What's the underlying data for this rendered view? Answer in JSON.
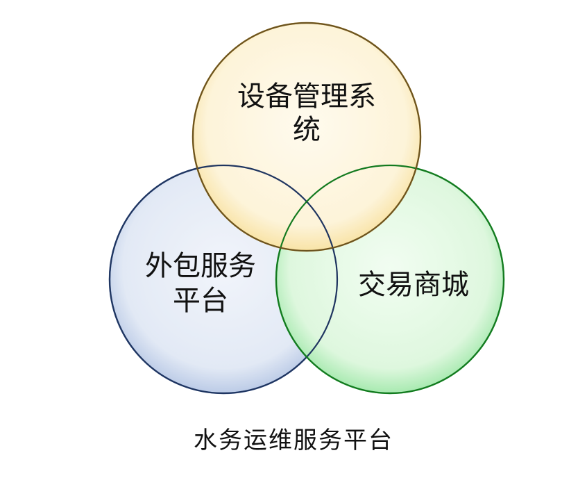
{
  "diagram": {
    "type": "venn",
    "sets": [
      {
        "id": "equipment",
        "label_lines": [
          "设备管理系",
          "统"
        ],
        "fill": "#fdf3d6",
        "stroke": "#e8b341"
      },
      {
        "id": "outsourcing",
        "label_lines": [
          "外包服务",
          "平台"
        ],
        "fill": "#dde6f4",
        "stroke": "#4a6aa8"
      },
      {
        "id": "mall",
        "label_lines": [
          "交易商城"
        ],
        "fill": "#d9f7d9",
        "stroke": "#3cc24a"
      }
    ],
    "caption": "水务运维服务平台"
  }
}
